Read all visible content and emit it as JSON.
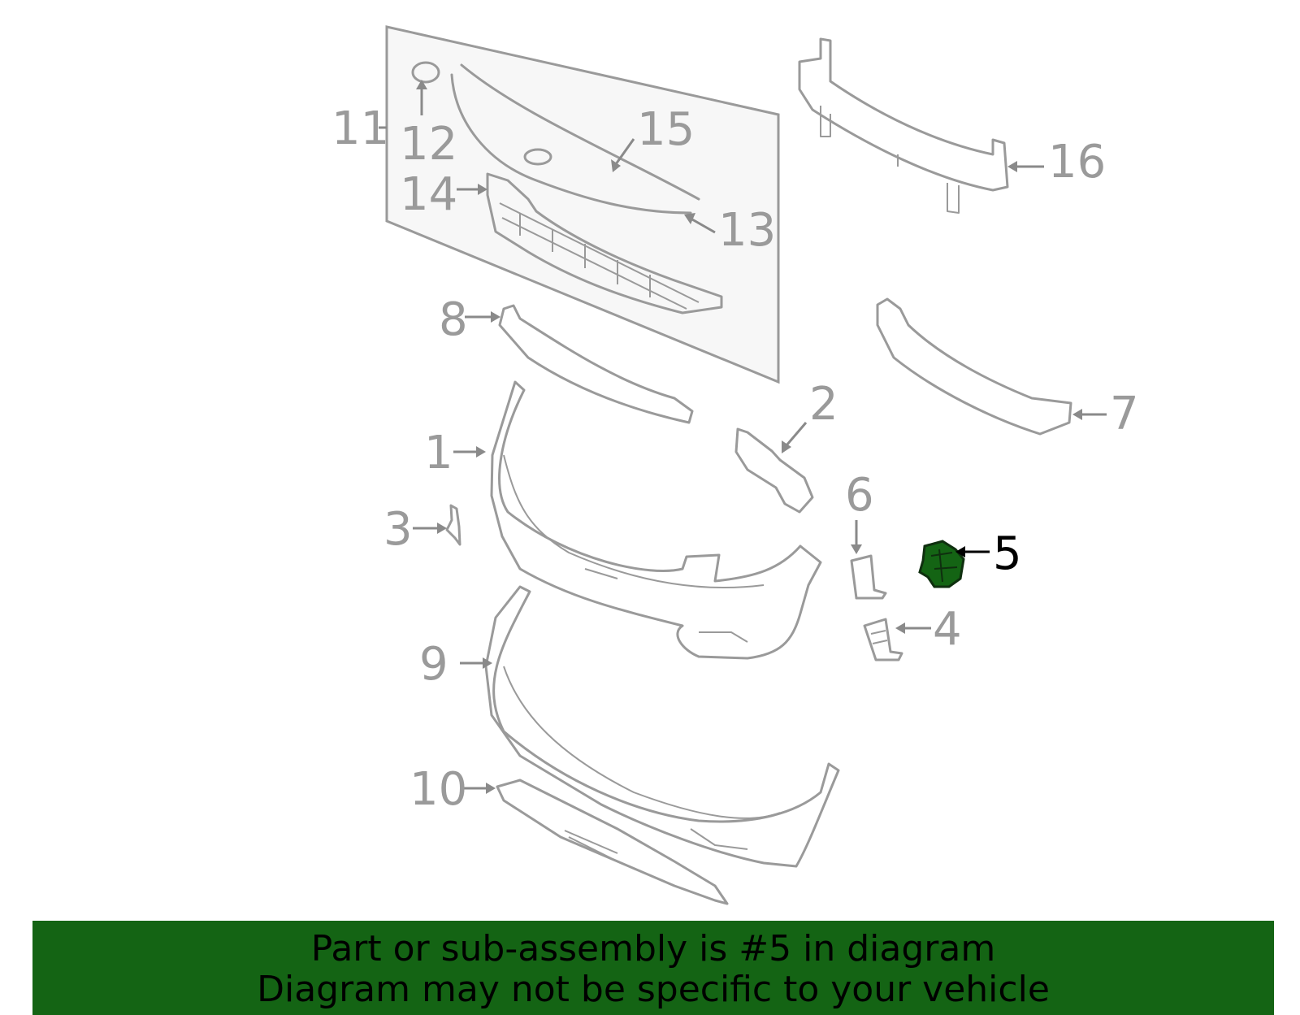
{
  "highlight_color": "#146414",
  "highlighted_part": "5",
  "callouts": {
    "c1": "1",
    "c2": "2",
    "c3": "3",
    "c4": "4",
    "c5": "5",
    "c6": "6",
    "c7": "7",
    "c8": "8",
    "c9": "9",
    "c10": "10",
    "c11": "11",
    "c12": "12",
    "c13": "13",
    "c14": "14",
    "c15": "15",
    "c16": "16"
  },
  "banner": {
    "line1": "Part or sub-assembly is #5 in diagram",
    "line2": "Diagram may not be specific to your vehicle"
  }
}
